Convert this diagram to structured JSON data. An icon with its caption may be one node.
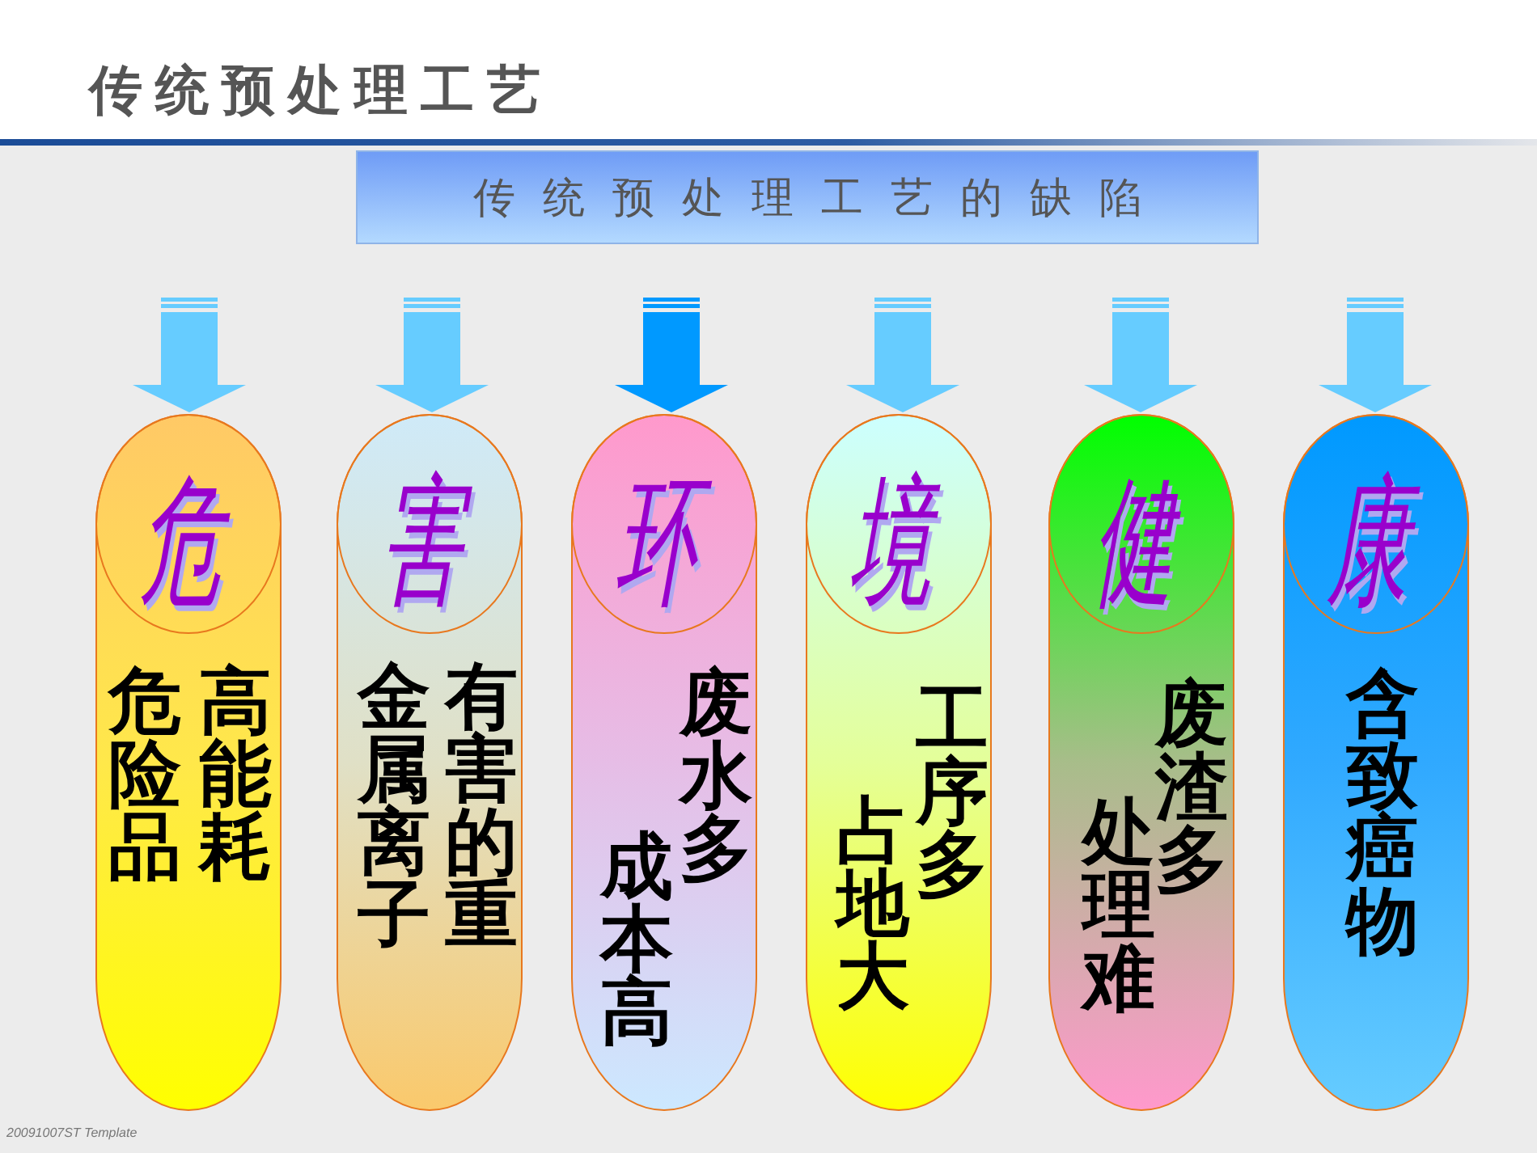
{
  "diagram": {
    "title": "传统预处理工艺",
    "nodes": [
      {
        "text": [
          "传统预处理工艺的缺陷"
        ]
      },
      {
        "text": [
          "危险品",
          "高能耗"
        ]
      },
      {
        "text": [
          "危"
        ],
        "in": 1
      },
      {
        "text": [
          "有害的重金属离子"
        ]
      },
      {
        "text": [
          "害"
        ],
        "in": 3
      },
      {
        "text": [
          "废水多",
          "成本高"
        ]
      },
      {
        "text": [
          "环"
        ],
        "in": 5
      },
      {
        "text": [
          "工序多",
          "占地大"
        ]
      },
      {
        "text": [
          "境"
        ],
        "in": 7
      },
      {
        "text": [
          "废渣多",
          "处理难"
        ]
      },
      {
        "text": [
          "健"
        ],
        "in": 9
      },
      {
        "text": [
          "含致癌物"
        ]
      },
      {
        "text": [
          "康"
        ],
        "in": 11
      }
    ],
    "edges": [
      {
        "from": null,
        "to": 1,
        "arrow": "to"
      },
      {
        "from": null,
        "to": 3,
        "arrow": "to"
      },
      {
        "from": null,
        "to": 5,
        "arrow": "to",
        "color": "#0099ff"
      },
      {
        "from": null,
        "to": 7,
        "arrow": "to"
      },
      {
        "from": null,
        "to": 9,
        "arrow": "to"
      },
      {
        "from": null,
        "to": 11,
        "arrow": "to"
      }
    ],
    "labels": [
      "20091007ST Template"
    ]
  }
}
